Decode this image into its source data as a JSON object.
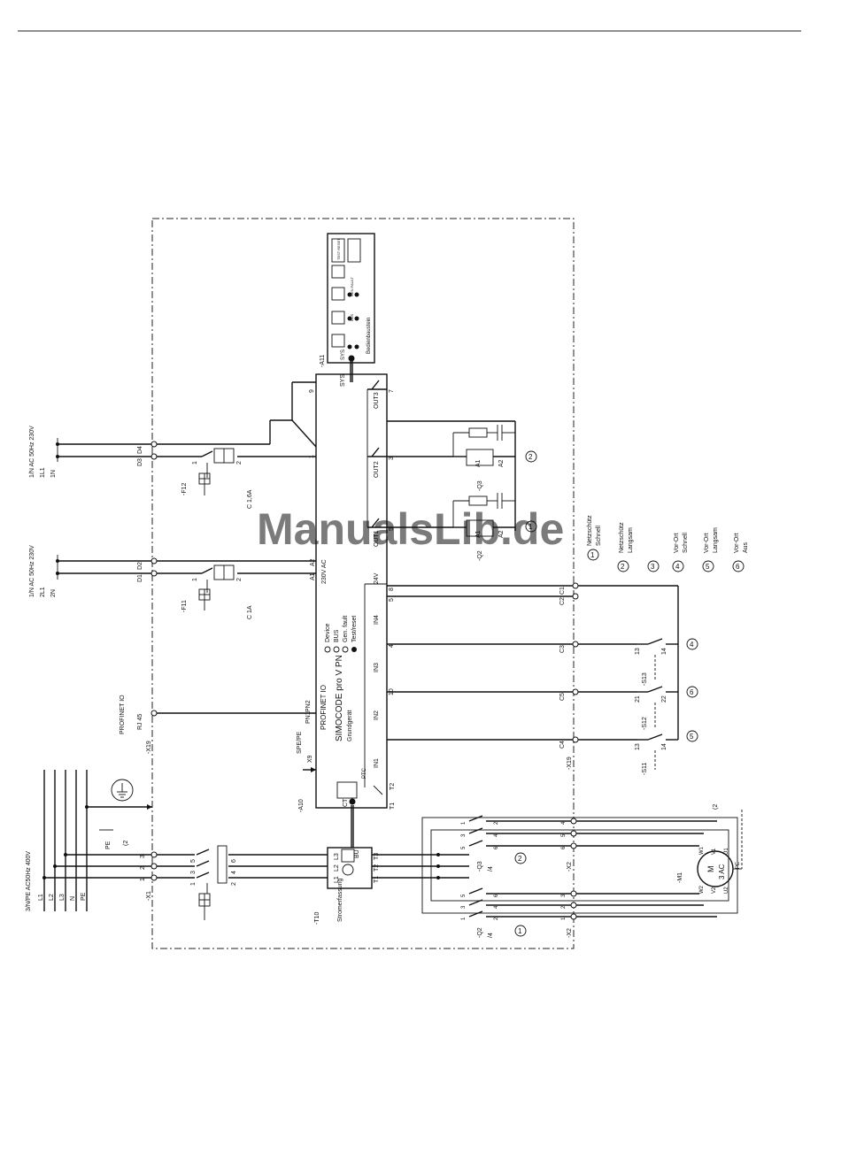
{
  "watermark": "ManualsLib.de",
  "legend": [
    {
      "num": "1",
      "line1": "Netzschütz",
      "line2": "Schnell"
    },
    {
      "num": "2",
      "line1": "Netzschütz",
      "line2": "Langsam"
    },
    {
      "num": "3",
      "line1": "",
      "line2": ""
    },
    {
      "num": "4",
      "line1": "Vor-Ort",
      "line2": "Schnell"
    },
    {
      "num": "5",
      "line1": "Vor-Ort",
      "line2": "Langsam"
    },
    {
      "num": "6",
      "line1": "Vor-Ort",
      "line2": "Aus"
    }
  ],
  "supply_f12": [
    "1/N AC 50Hz 230V",
    "1L1",
    "1N"
  ],
  "supply_f11": [
    "1/N AC 50Hz 230V",
    "2L1",
    "2N"
  ],
  "main_supply": {
    "title": "3/N/PE AC50Hz 400V",
    "lines": [
      "L1",
      "L2",
      "L3",
      "N",
      "PE"
    ]
  },
  "fuse_f12": {
    "tag": "-F12",
    "rating": "C 1,6A",
    "t1": "1",
    "t2": "2"
  },
  "fuse_f11": {
    "tag": "-F11",
    "rating": "C 1A",
    "t1": "1",
    "t2": "2"
  },
  "terminals": {
    "d4": "D4",
    "d3": "D3",
    "d2": "D2",
    "d1": "D1",
    "rj45": "RJ 45",
    "x1": "-X1",
    "x19_left": "-X19",
    "x19_right": "-X19",
    "x2a": "-X2",
    "x2b": "-X2",
    "n3": "3",
    "n2": "2",
    "n1": "1",
    "pe_ref": "PE",
    "pe_note": "(2",
    "x1_nums": [
      "3",
      "2",
      "1"
    ]
  },
  "profinet_left": "PROFINET IO",
  "basic_unit": {
    "tag": "-A10",
    "name": "SIMOCODE pro V PN",
    "sub": "Grundgerät",
    "profinet": "PROFINET IO",
    "supply": "230V AC",
    "pin_a1": "A1",
    "pin_a2": "A2",
    "pn1": "PN1",
    "pn2": "PN2",
    "spe": "SPE/PE",
    "x9": "X9",
    "ct": "CT",
    "ptc": "PTC",
    "t1": "T1",
    "t2": "T2",
    "sys": "SYS",
    "out1": "OUT1",
    "out2": "OUT2",
    "out3": "OUT3",
    "leds": [
      "Device",
      "BUS",
      "Gen. fault",
      "Test/reset"
    ],
    "inputs": [
      "IN1",
      "IN2",
      "IN3",
      "IN4"
    ],
    "v24": "24V",
    "pin_nums": [
      "1",
      "3",
      "5",
      "7",
      "9"
    ],
    "in_nums": [
      "4",
      "10",
      "8",
      "5"
    ]
  },
  "operator_panel": {
    "tag": "-A11",
    "name": "Bedienbaustein",
    "sys": "SYS",
    "keys": [
      "TEST RESET",
      "GEN FAULT",
      "BUS",
      ""
    ]
  },
  "current_measure": {
    "tag": "-T10",
    "name": "Stromerfassung",
    "bu": "BU",
    "in": [
      "L3",
      "L2",
      "L1"
    ],
    "out": [
      "T3",
      "T2",
      "T1"
    ]
  },
  "breaker": {
    "pins_in": [
      "5",
      "3",
      "1"
    ],
    "pins_out": [
      "6",
      "4",
      "2"
    ]
  },
  "contactor_q2": {
    "tag": "-Q2",
    "sub": "/4",
    "circle": "1",
    "top": [
      "1",
      "3",
      "5"
    ],
    "bot": [
      "2",
      "4",
      "6"
    ],
    "coil": "A1",
    "coil2": "A2"
  },
  "contactor_q3": {
    "tag": "-Q3",
    "sub": "/4",
    "circle": "2",
    "top": [
      "1",
      "3",
      "5"
    ],
    "bot": [
      "2",
      "4",
      "6"
    ],
    "coil": "A1",
    "coil2": "A2"
  },
  "motor": {
    "tag": "-M1",
    "name": "M",
    "type": "3 AC",
    "pins": [
      "U1",
      "V1",
      "W1",
      "U2",
      "V2",
      "W2"
    ],
    "pe": "PE",
    "note": "(2"
  },
  "right_terminals": [
    "C1",
    "C2",
    "C3",
    "C5",
    "C4"
  ],
  "x2_nums_top": [
    "4",
    "5",
    "6"
  ],
  "x2_nums_bot": [
    "1",
    "2",
    "3"
  ],
  "switches": [
    {
      "tag": "-S11",
      "a": "13",
      "b": "14"
    },
    {
      "tag": "-S12",
      "a": "21",
      "b": "22"
    },
    {
      "tag": "-S13",
      "a": "13",
      "b": "14"
    }
  ]
}
